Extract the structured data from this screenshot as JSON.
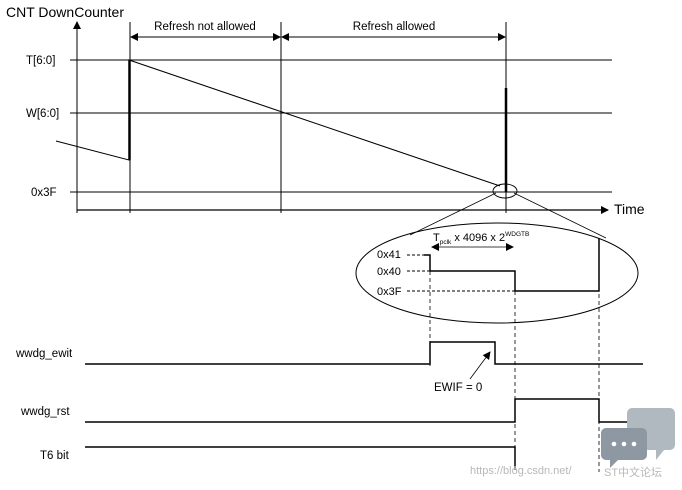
{
  "diagram": {
    "title": "CNT DownCounter",
    "y_labels": {
      "t": "T[6:0]",
      "w": "W[6:0]",
      "low": "0x3F"
    },
    "x_axis_label": "Time",
    "regions": {
      "not_allowed": "Refresh not allowed",
      "allowed": "Refresh allowed"
    },
    "zoom": {
      "labels": [
        "0x41",
        "0x40",
        "0x3F"
      ],
      "formula_main": "T",
      "formula_sub": "pclk",
      "formula_mid": " x 4096 x 2",
      "formula_sup": "WDGTB"
    },
    "signals": [
      "wwdg_ewit",
      "wwdg_rst",
      "T6 bit"
    ],
    "annotation": "EWIF = 0"
  },
  "watermark": {
    "url": "https://blog.csdn.net/",
    "brand": "ST中文论坛"
  },
  "colors": {
    "line": "#000000",
    "watermark_icon": "#9aa3ad",
    "watermark_text": "#b8b8b8"
  }
}
